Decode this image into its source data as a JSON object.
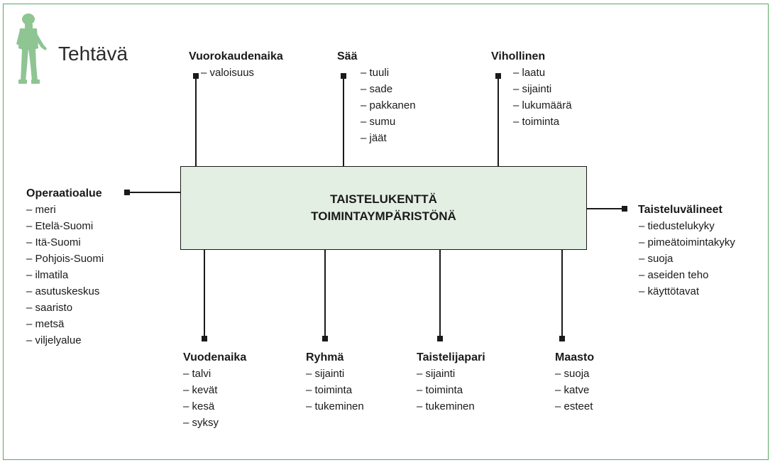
{
  "colors": {
    "frame": "#5aa85e",
    "box_fill": "#e4efe3",
    "soldier": "#8fc493",
    "line": "#1a1a1a"
  },
  "header": {
    "title": "Tehtävä",
    "icon": "soldier-icon"
  },
  "center": {
    "line1": "TAISTELUKENTTÄ",
    "line2": "TOIMINTAYMPÄRISTÖNÄ"
  },
  "groups": {
    "vuorokaudenaika": {
      "title": "Vuorokaudenaika",
      "items": [
        "– valoisuus"
      ]
    },
    "saa": {
      "title": "Sää",
      "items": [
        "– tuuli",
        "– sade",
        "– pakkanen",
        "– sumu",
        "– jäät"
      ]
    },
    "vihollinen": {
      "title": "Vihollinen",
      "items": [
        "– laatu",
        "– sijainti",
        "– lukumäärä",
        "– toiminta"
      ]
    },
    "operaatioalue": {
      "title": "Operaatioalue",
      "items": [
        "– meri",
        "– Etelä-Suomi",
        "– Itä-Suomi",
        "– Pohjois-Suomi",
        "– ilmatila",
        "– asutuskeskus",
        "– saaristo",
        "– metsä",
        "– viljelyalue"
      ]
    },
    "taisteluvalineet": {
      "title": "Taisteluvälineet",
      "items": [
        "– tiedustelukyky",
        "– pimeätoimintakyky",
        "– suoja",
        "– aseiden teho",
        "– käyttötavat"
      ]
    },
    "vuodenaika": {
      "title": "Vuodenaika",
      "items": [
        "– talvi",
        "– kevät",
        "– kesä",
        "– syksy"
      ]
    },
    "ryhma": {
      "title": "Ryhmä",
      "items": [
        "– sijainti",
        "– toiminta",
        "– tukeminen"
      ]
    },
    "taistelijapari": {
      "title": "Taistelijapari",
      "items": [
        "– sijainti",
        "– toiminta",
        "– tukeminen"
      ]
    },
    "maasto": {
      "title": "Maasto",
      "items": [
        "– suoja",
        "– katve",
        "– esteet"
      ]
    }
  }
}
